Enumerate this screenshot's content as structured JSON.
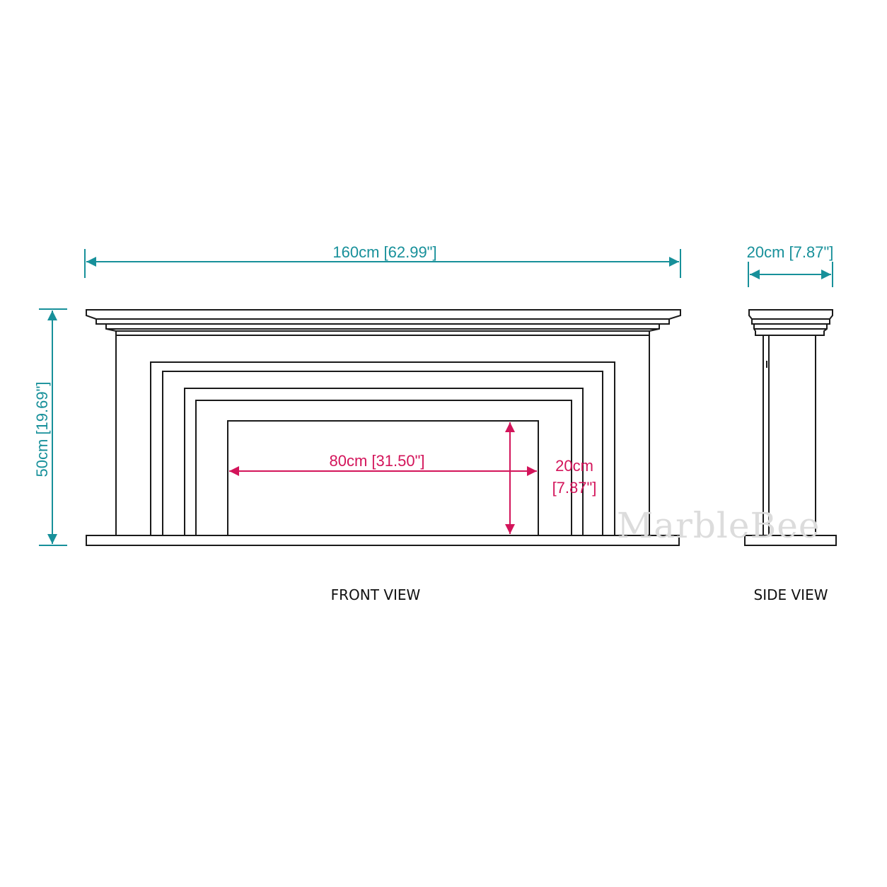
{
  "front_view": {
    "label": "FRONT VIEW",
    "width_dimension": "160cm [62.99\"]",
    "height_dimension": "50cm [19.69\"]",
    "opening_width_dimension": "80cm [31.50\"]",
    "opening_height_dimension_line1": "20cm",
    "opening_height_dimension_line2": "[7.87\"]"
  },
  "side_view": {
    "label": "SIDE VIEW",
    "depth_dimension": "20cm [7.87\"]"
  },
  "watermark": "MarbleBee",
  "colors": {
    "outer_dimension": "#17909a",
    "opening_dimension": "#d3145a",
    "outline": "#1a1a1a"
  }
}
